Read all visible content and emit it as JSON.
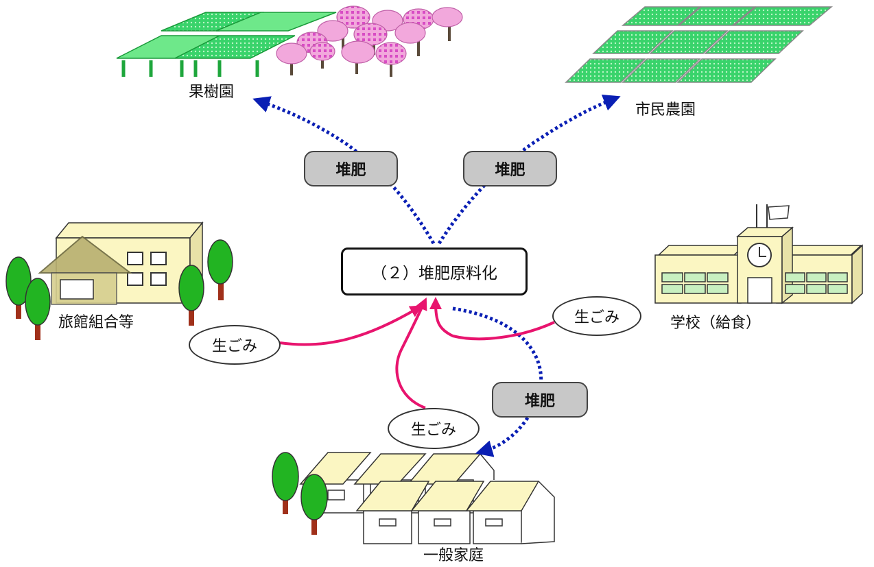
{
  "hub": {
    "label": "（２）堆肥原料化"
  },
  "places": {
    "orchard": "果樹園",
    "allotment": "市民農園",
    "inn_union": "旅館組合等",
    "school": "学校（給食）",
    "households": "一般家庭"
  },
  "flows": {
    "compost": "堆肥",
    "food_waste": "生ごみ"
  },
  "colors": {
    "compost_arrow": "#0a1fb4",
    "food_waste_arrow": "#e8146e",
    "compost_badge": "#c8c8c8",
    "grass_green": "#39d36b",
    "tree_green": "#22b422",
    "building_cream": "#fbf6c2",
    "blossom_pink": "#f0a0d8"
  },
  "icons": [
    "orchard-icon",
    "allotment-icon",
    "inn-icon",
    "school-icon",
    "houses-icon",
    "tree-icon"
  ]
}
